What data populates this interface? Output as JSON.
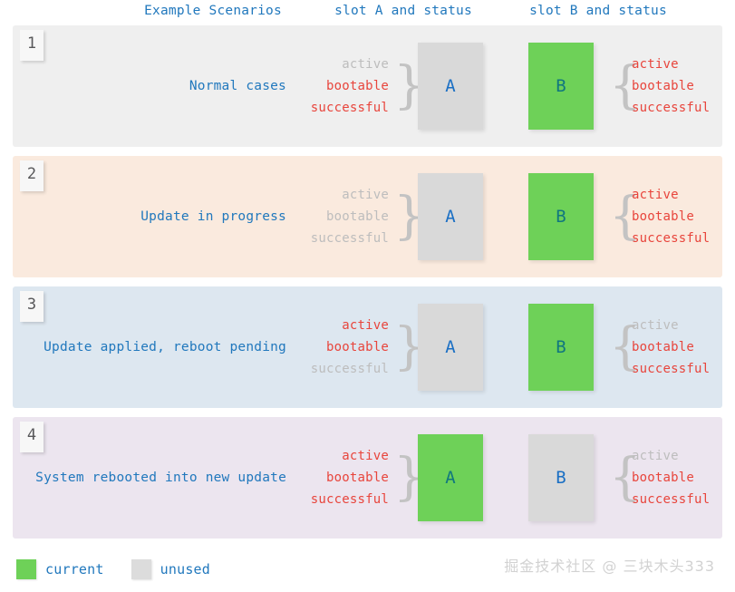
{
  "header": {
    "scenarios": "Example Scenarios",
    "slot_a": "slot A and status",
    "slot_b": "slot B and status"
  },
  "status_labels": {
    "active": "active",
    "bootable": "bootable",
    "successful": "successful"
  },
  "braces": {
    "right": "}",
    "left": "{"
  },
  "rows": [
    {
      "number": "1",
      "label": "Normal cases",
      "slot_a": {
        "letter": "A",
        "state": "unused",
        "active": "active",
        "bootable": "bootable",
        "successful": "successful",
        "active_on": false,
        "bootable_on": true,
        "successful_on": true
      },
      "slot_b": {
        "letter": "B",
        "state": "current",
        "active": "active",
        "bootable": "bootable",
        "successful": "successful",
        "active_on": true,
        "bootable_on": true,
        "successful_on": true
      }
    },
    {
      "number": "2",
      "label": "Update in progress",
      "slot_a": {
        "letter": "A",
        "state": "unused",
        "active": "active",
        "bootable": "bootable",
        "successful": "successful",
        "active_on": false,
        "bootable_on": false,
        "successful_on": false
      },
      "slot_b": {
        "letter": "B",
        "state": "current",
        "active": "active",
        "bootable": "bootable",
        "successful": "successful",
        "active_on": true,
        "bootable_on": true,
        "successful_on": true
      }
    },
    {
      "number": "3",
      "label": "Update applied, reboot pending",
      "slot_a": {
        "letter": "A",
        "state": "unused",
        "active": "active",
        "bootable": "bootable",
        "successful": "successful",
        "active_on": true,
        "bootable_on": true,
        "successful_on": false
      },
      "slot_b": {
        "letter": "B",
        "state": "current",
        "active": "active",
        "bootable": "bootable",
        "successful": "successful",
        "active_on": false,
        "bootable_on": true,
        "successful_on": true
      }
    },
    {
      "number": "4",
      "label": "System rebooted into new update",
      "slot_a": {
        "letter": "A",
        "state": "current",
        "active": "active",
        "bootable": "bootable",
        "successful": "successful",
        "active_on": true,
        "bootable_on": true,
        "successful_on": true
      },
      "slot_b": {
        "letter": "B",
        "state": "unused",
        "active": "active",
        "bootable": "bootable",
        "successful": "successful",
        "active_on": false,
        "bootable_on": true,
        "successful_on": true
      }
    }
  ],
  "legend": [
    {
      "label": "current",
      "swatch": "current",
      "color": "#6ed158"
    },
    {
      "label": "unused",
      "swatch": "unused",
      "color": "#dcdcdc"
    }
  ],
  "watermark": "掘金技术社区 @ 三块木头333",
  "colors": {
    "status_on": "#e8453c",
    "status_off": "#bdbdbd",
    "blue_text": "#2178bd",
    "current": "#6ed158",
    "unused": "#d9d9d9",
    "row_bg": [
      "#efefef",
      "#faeade",
      "#dde7f0",
      "#ece5ef"
    ]
  }
}
